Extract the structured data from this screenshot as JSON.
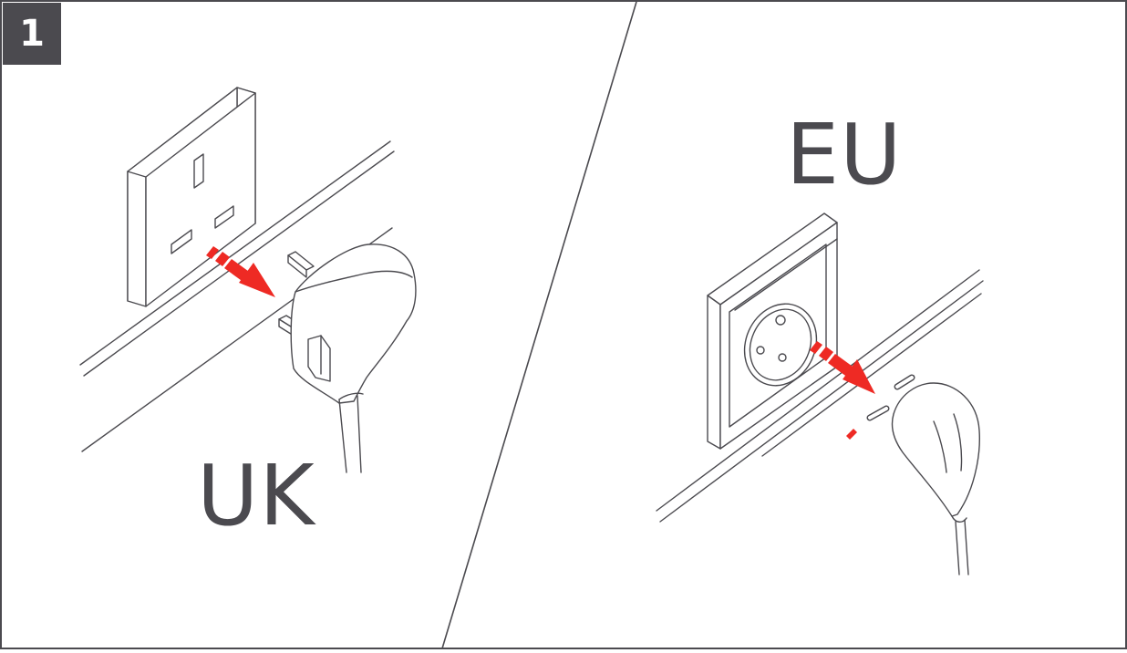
{
  "step": {
    "number": "1"
  },
  "panels": {
    "left": {
      "label": "UK"
    },
    "right": {
      "label": "EU"
    }
  },
  "colors": {
    "ink": "#4b4a4f",
    "arrow": "#ee2a24",
    "background": "#ffffff"
  },
  "icons": {
    "uk_socket": "uk-socket-icon",
    "uk_plug": "uk-plug-icon",
    "eu_socket": "eu-socket-icon",
    "eu_plug": "eu-plug-icon",
    "arrow": "unplug-arrow-icon"
  }
}
